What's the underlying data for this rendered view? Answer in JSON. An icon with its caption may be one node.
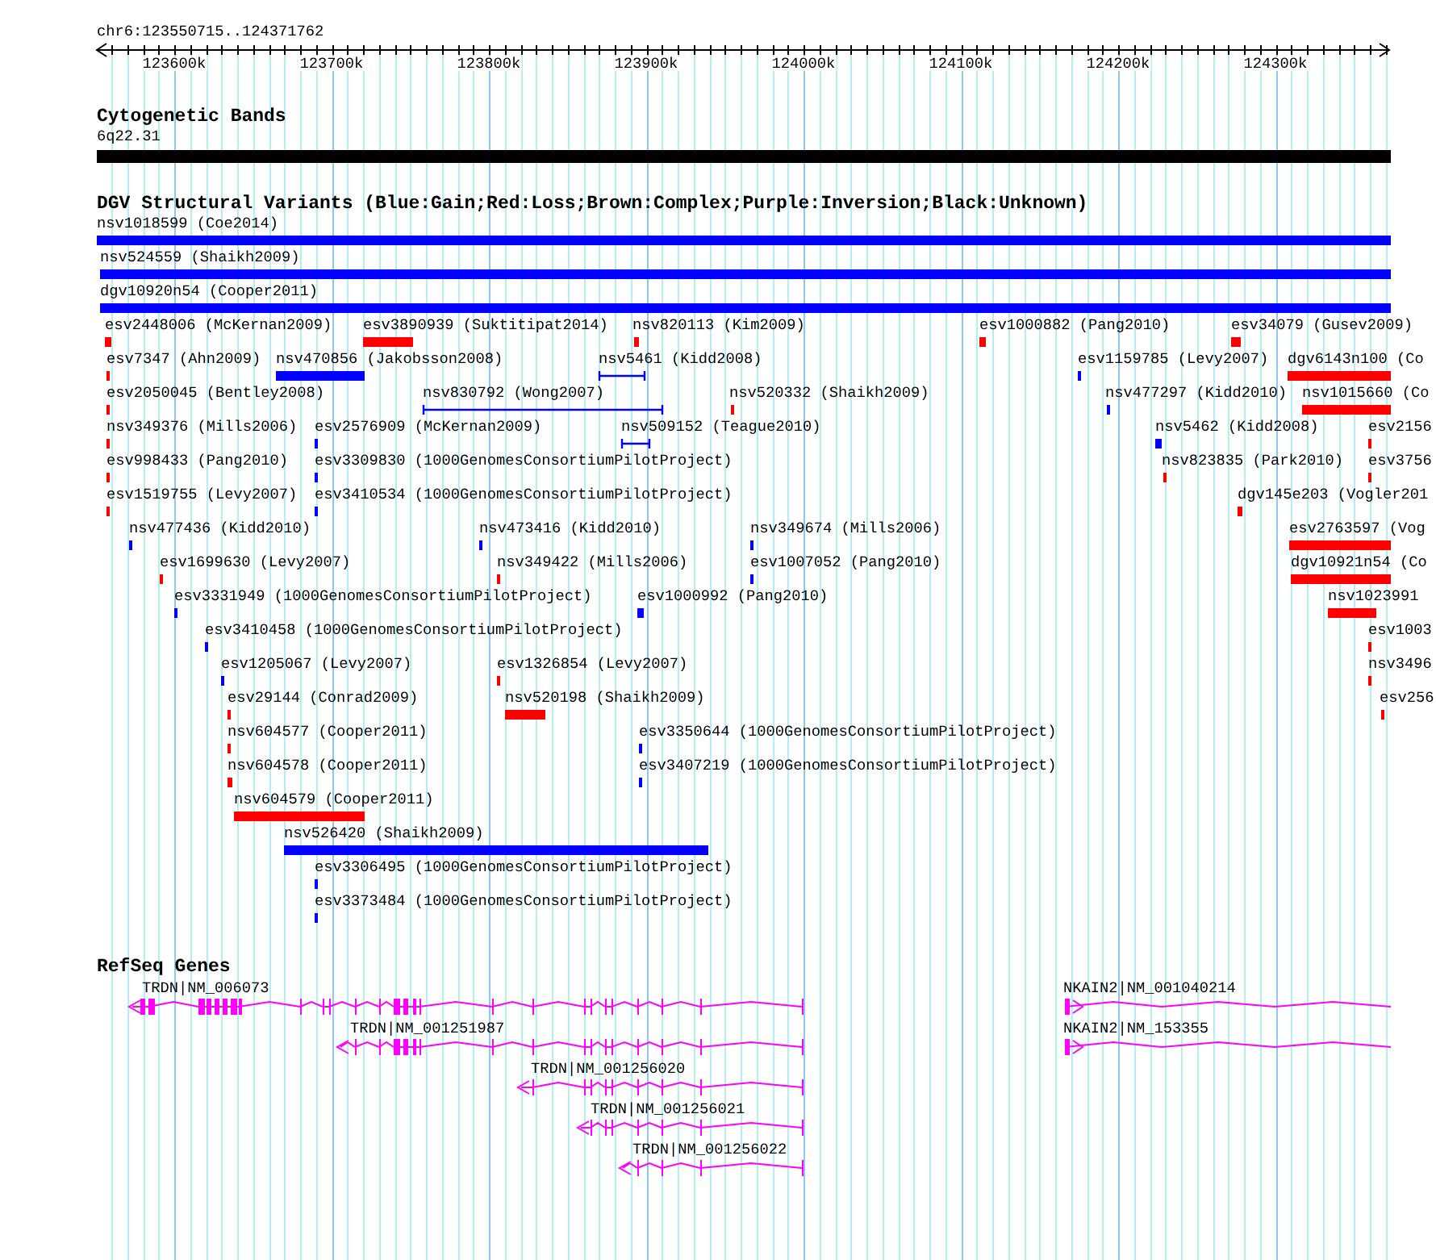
{
  "diagram": {
    "labels": [
      "chr6:123550715..124371762",
      "123600k",
      "123700k",
      "123800k",
      "123900k",
      "124000k",
      "124100k",
      "124200k",
      "124300k",
      "Cytogenetic Bands",
      "6q22.31",
      "DGV Structural Variants (Blue:Gain;Red:Loss;Brown:Complex;Purple:Inversion;Black:Unknown)",
      "nsv1018599 (Coe2014)",
      "nsv524559 (Shaikh2009)",
      "dgv10920n54 (Cooper2011)",
      "esv2448006 (McKernan2009)",
      "esv3890939 (Suktitipat2014)",
      "nsv820113 (Kim2009)",
      "esv1000882 (Pang2010)",
      "esv34079 (Gusev2009)",
      "esv7347 (Ahn2009)",
      "nsv470856 (Jakobsson2008)",
      "nsv5461 (Kidd2008)",
      "esv1159785 (Levy2007)",
      "dgv6143n100 (Co",
      "esv2050045 (Bentley2008)",
      "nsv830792 (Wong2007)",
      "nsv520332 (Shaikh2009)",
      "nsv477297 (Kidd2010)",
      "nsv1015660 (Co",
      "nsv349376 (Mills2006)",
      "esv2576909 (McKernan2009)",
      "nsv509152 (Teague2010)",
      "nsv5462 (Kidd2008)",
      "esv2156",
      "esv998433 (Pang2010)",
      "esv3309830 (1000GenomesConsortiumPilotProject)",
      "nsv823835 (Park2010)",
      "esv3756",
      "esv1519755 (Levy2007)",
      "esv3410534 (1000GenomesConsortiumPilotProject)",
      "dgv145e203 (Vogler201",
      "nsv477436 (Kidd2010)",
      "nsv473416 (Kidd2010)",
      "nsv349674 (Mills2006)",
      "esv2763597 (Vog",
      "esv1699630 (Levy2007)",
      "nsv349422 (Mills2006)",
      "esv1007052 (Pang2010)",
      "dgv10921n54 (Co",
      "esv3331949 (1000GenomesConsortiumPilotProject)",
      "esv1000992 (Pang2010)",
      "nsv1023991",
      "esv3410458 (1000GenomesConsortiumPilotProject)",
      "esv1003",
      "esv1205067 (Levy2007)",
      "esv1326854 (Levy2007)",
      "nsv3496",
      "esv29144 (Conrad2009)",
      "nsv520198 (Shaikh2009)",
      "esv256",
      "nsv604577 (Cooper2011)",
      "esv3350644 (1000GenomesConsortiumPilotProject)",
      "nsv604578 (Cooper2011)",
      "esv3407219 (1000GenomesConsortiumPilotProject)",
      "nsv604579 (Cooper2011)",
      "nsv526420 (Shaikh2009)",
      "esv3306495 (1000GenomesConsortiumPilotProject)",
      "esv3373484 (1000GenomesConsortiumPilotProject)",
      "RefSeq Genes",
      "TRDN|NM_006073",
      "NKAIN2|NM_001040214",
      "TRDN|NM_001251987",
      "NKAIN2|NM_153355",
      "TRDN|NM_001256020",
      "TRDN|NM_001256021",
      "TRDN|NM_001256022"
    ]
  }
}
